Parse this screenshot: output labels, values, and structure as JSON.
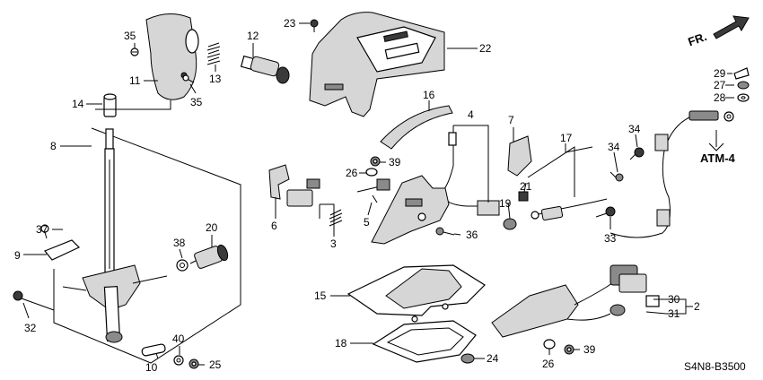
{
  "labels": {
    "l2": "2",
    "l3": "3",
    "l4": "4",
    "l5": "5",
    "l6": "6",
    "l7": "7",
    "l8": "8",
    "l9": "9",
    "l10": "10",
    "l11": "11",
    "l12": "12",
    "l13": "13",
    "l14": "14",
    "l15": "15",
    "l16": "16",
    "l17": "17",
    "l18": "18",
    "l19": "19",
    "l20": "20",
    "l21": "21",
    "l22": "22",
    "l23": "23",
    "l24": "24",
    "l25": "25",
    "l26a": "26",
    "l26b": "26",
    "l27": "27",
    "l28": "28",
    "l29": "29",
    "l30": "30",
    "l31": "31",
    "l32": "32",
    "l33": "33",
    "l34a": "34",
    "l34b": "34",
    "l35a": "35",
    "l35b": "35",
    "l36": "36",
    "l37": "37",
    "l38": "38",
    "l39a": "39",
    "l39b": "39",
    "l40": "40"
  },
  "atm": "ATM-4",
  "fr": "FR.",
  "code": "S4N8-B3500"
}
